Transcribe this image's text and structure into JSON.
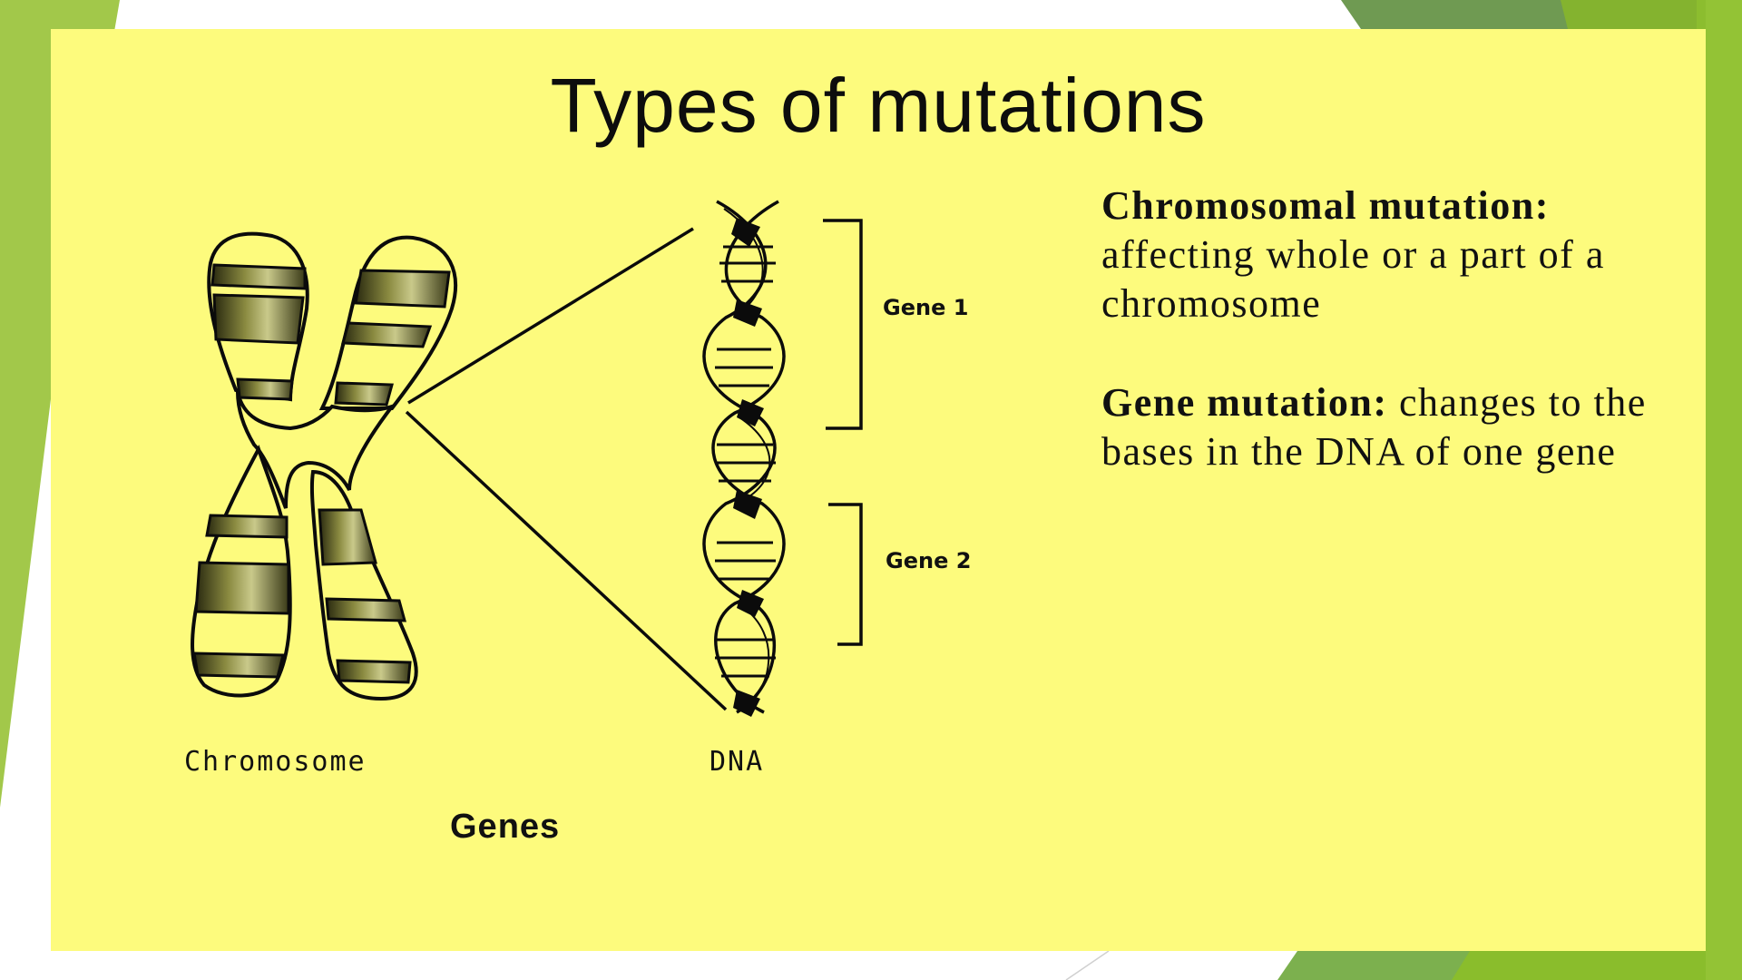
{
  "slide": {
    "title": "Types of mutations",
    "colors": {
      "panel_background": "#fdfb7d",
      "theme_green_light": "#a2c84a",
      "theme_green_mid": "#8cbd2f",
      "theme_green_dark": "#6f9a52",
      "text": "#111111"
    }
  },
  "diagram": {
    "chromosome_label": "Chromosome",
    "dna_label": "DNA",
    "genes_label": "Genes",
    "gene_brackets": [
      {
        "label": "Gene 1"
      },
      {
        "label": "Gene 2"
      }
    ]
  },
  "definitions": [
    {
      "term": "Chromosomal mutation:",
      "description": "affecting whole or a part of a chromosome"
    },
    {
      "term": "Gene mutation:",
      "description": "changes to the bases in the DNA of one gene"
    }
  ]
}
